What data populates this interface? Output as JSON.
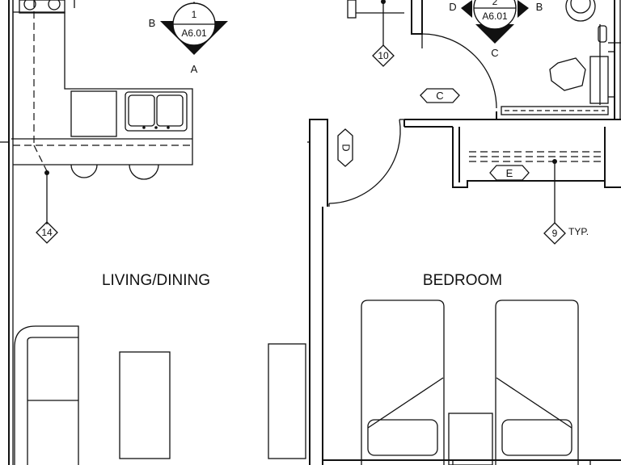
{
  "rooms": {
    "living": "LIVING/DINING",
    "bedroom": "BEDROOM"
  },
  "section_markers": {
    "m1": {
      "number": "1",
      "sheet": "A6.01",
      "left": "B",
      "bottom": "A"
    },
    "m2": {
      "number": "2",
      "sheet": "A6.01",
      "left": "D",
      "right": "B",
      "bottom": "C"
    }
  },
  "keynotes": {
    "k10": "10",
    "k14": "14",
    "k9": "9",
    "k9_suffix": "TYP."
  },
  "elevation_tags": {
    "c": "C",
    "d": "D",
    "e": "E"
  }
}
